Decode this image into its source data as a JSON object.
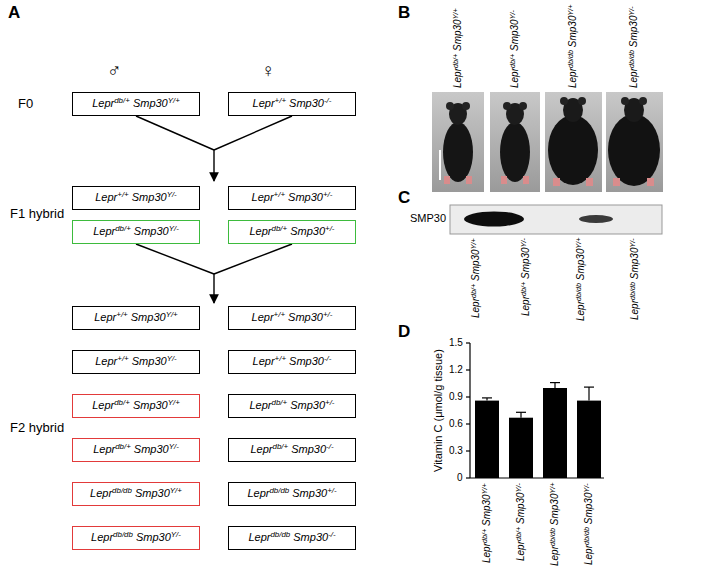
{
  "diagram": {
    "nodes": [
      {
        "text": [
          "Leprdb/+ Smp30Y/+"
        ]
      },
      {
        "text": [
          "Lepr+/+ Smp30-/-"
        ]
      },
      {
        "text": [
          "Lepr+/+ Smp30Y/-"
        ]
      },
      {
        "text": [
          "Lepr+/+ Smp30+/-"
        ]
      },
      {
        "text": [
          "Leprdb/+ Smp30Y/-"
        ]
      },
      {
        "text": [
          "Leprdb/+ Smp30+/-"
        ]
      },
      {
        "text": [
          "Lepr+/+ Smp30Y/+"
        ]
      },
      {
        "text": [
          "Lepr+/+ Smp30+/-"
        ]
      },
      {
        "text": [
          "Lepr+/+ Smp30Y/-"
        ]
      },
      {
        "text": [
          "Lepr+/+ Smp30-/-"
        ]
      },
      {
        "text": [
          "Leprdb/+ Smp30Y/+"
        ]
      },
      {
        "text": [
          "Leprdb/+ Smp30+/-"
        ]
      },
      {
        "text": [
          "Leprdb/+ Smp30Y/-"
        ]
      },
      {
        "text": [
          "Leprdb/+ Smp30-/-"
        ]
      },
      {
        "text": [
          "Leprdb/db Smp30Y/+"
        ]
      },
      {
        "text": [
          "Leprdb/db Smp30+/-"
        ]
      },
      {
        "text": [
          "Leprdb/db Smp30Y/-"
        ]
      },
      {
        "text": [
          "Leprdb/db Smp30-/-"
        ]
      }
    ],
    "labels": [
      "A",
      "♂",
      "♀",
      "F0",
      "F1 hybrid",
      "F2 hybrid",
      "B",
      "Leprdb/+ Smp30Y/+",
      "Leprdb/+ Smp30Y/-",
      "Leprdb/db Smp30Y/+",
      "Leprdb/db Smp30Y/-",
      "C",
      "SMP30",
      "Leprdb/+ Smp30Y/+",
      "Leprdb/+ Smp30Y/-",
      "Leprdb/db Smp30Y/+",
      "Leprdb/db Smp30Y/-",
      "D",
      "Vitamin C (μmol/g tissue)",
      "1.5",
      "1.2",
      "0.9",
      "0.6",
      "0.3",
      "0",
      "Leprdb/+ Smp30Y/+",
      "Leprdb/+ Smp30Y/-",
      "Leprdb/db Smp30Y/+",
      "Leprdb/db Smp30Y/-"
    ]
  }
}
